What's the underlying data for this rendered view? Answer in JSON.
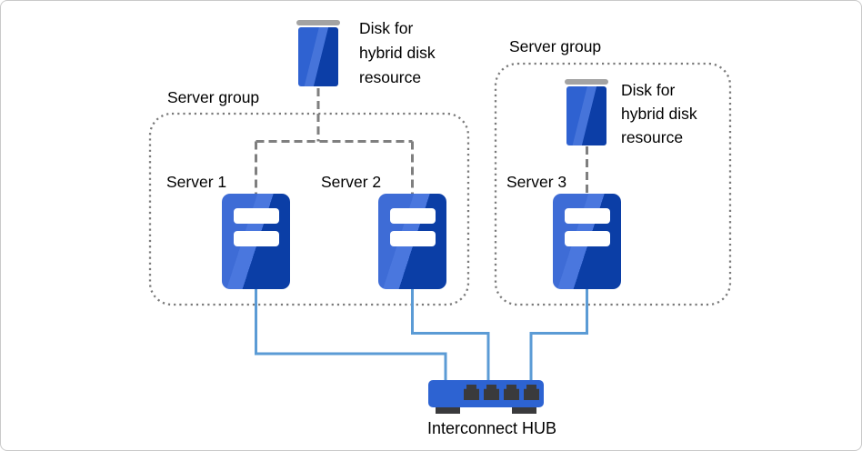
{
  "groups": {
    "left": {
      "label": "Server group",
      "servers": [
        {
          "name": "Server 1"
        },
        {
          "name": "Server 2"
        }
      ]
    },
    "right": {
      "label": "Server group",
      "servers": [
        {
          "name": "Server 3"
        }
      ]
    }
  },
  "disks": {
    "top": {
      "label_lines": [
        "Disk for",
        "hybrid disk",
        "resource"
      ]
    },
    "right": {
      "label_lines": [
        "Disk for",
        "hybrid disk",
        "resource"
      ]
    }
  },
  "hub": {
    "label": "Interconnect HUB"
  },
  "icons": {
    "disk": "hybrid-disk-icon",
    "server": "server-icon",
    "hub": "interconnect-hub-icon"
  },
  "colors": {
    "server_light": "#3e6cd6",
    "server_sheen": "#4a77de",
    "server_dark": "#0b3ea6",
    "disk_light": "#2f62d1",
    "disk_sheen": "#4674da",
    "disk_dark": "#0c3ea7",
    "disk_cap": "#a3a3a3",
    "hub_blue": "#2d63d2",
    "hub_port": "#3a3a3c",
    "wire_blue": "#5b9bd5",
    "wire_gray": "#7f7f7f",
    "group_border": "#7a7a7a",
    "text": "#000000",
    "frame_border": "#c9c9c9"
  }
}
